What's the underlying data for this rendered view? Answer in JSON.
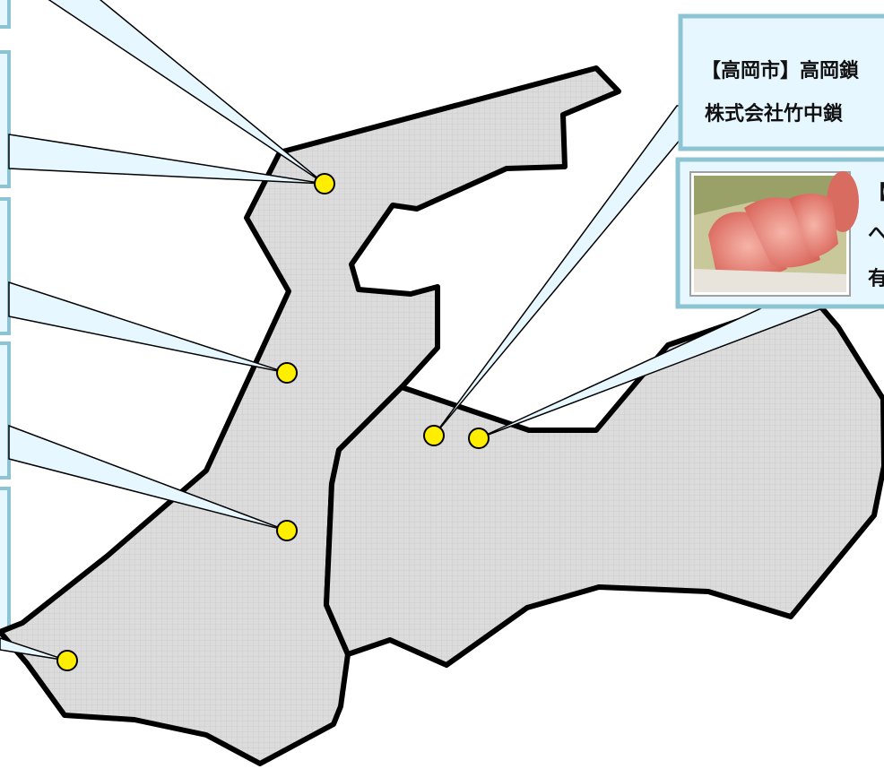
{
  "colors": {
    "land_fill": "#dcdcdc",
    "land_grid": "#c8c8c8",
    "land_stroke": "#000000",
    "marker_fill": "#ffee00",
    "callout_fill": "#e6f7ff",
    "callout_border": "#8cc4d4",
    "callout_text": "#111111"
  },
  "callouts": {
    "takaoka": {
      "line1": "【高岡市】高岡鎖",
      "line2": "株式会社竹中鎖"
    },
    "product": {
      "line1": "【",
      "line2": "へ",
      "line3": "有",
      "photo_icon": "sliced-fish-photo"
    }
  }
}
